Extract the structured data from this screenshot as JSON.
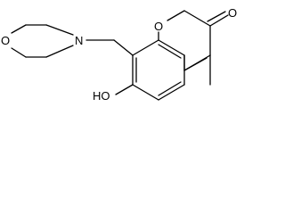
{
  "molecule": {
    "atoms": {
      "morpholine_o": "O",
      "morpholine_n": "N",
      "ring_o": "O",
      "carbonyl_o": "O",
      "hydroxyl": "HO"
    },
    "colors": {
      "bond": "#000000",
      "label": "#000000",
      "background": "#ffffff"
    }
  }
}
